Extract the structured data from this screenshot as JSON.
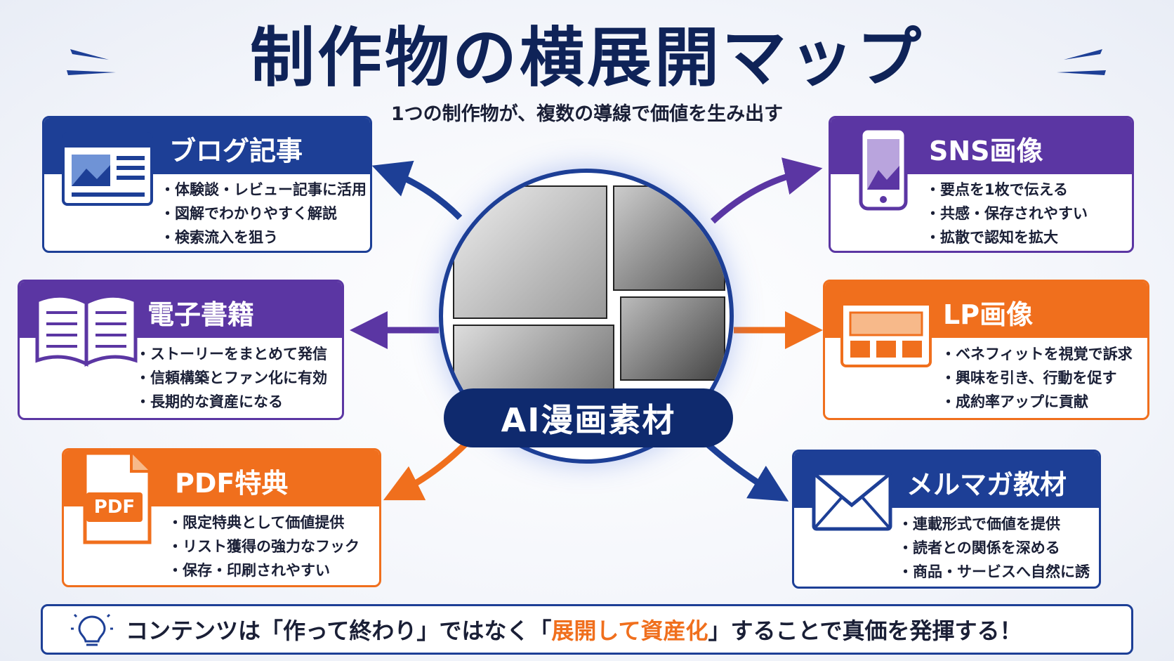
{
  "title": "制作物の横展開マップ",
  "subtitle": "1つの制作物が、複数の導線で価値を生み出す",
  "center": {
    "label": "AI漫画素材"
  },
  "cards": {
    "blog": {
      "title": "ブログ記事",
      "icon": "browser-article-icon",
      "items": [
        "体験談・レビュー記事に活用",
        "図解でわかりやすく解説",
        "検索流入を狙う"
      ]
    },
    "sns": {
      "title": "SNS画像",
      "icon": "smartphone-image-icon",
      "items": [
        "要点を1枚で伝える",
        "共感・保存されやすい",
        "拡散で認知を拡大"
      ]
    },
    "ebook": {
      "title": "電子書籍",
      "icon": "open-book-icon",
      "items": [
        "ストーリーをまとめて発信",
        "信頼構築とファン化に有効",
        "長期的な資産になる"
      ]
    },
    "lp": {
      "title": "LP画像",
      "icon": "landing-page-icon",
      "items": [
        "ベネフィットを視覚で訴求",
        "興味を引き、行動を促す",
        "成約率アップに貢献"
      ]
    },
    "pdf": {
      "title": "PDF特典",
      "icon": "pdf-file-icon",
      "icon_text": "PDF",
      "items": [
        "限定特典として価値提供",
        "リスト獲得の強力なフック",
        "保存・印刷されやすい"
      ]
    },
    "mail": {
      "title": "メルマガ教材",
      "icon": "envelope-icon",
      "items": [
        "連載形式で価値を提供",
        "読者との関係を深める",
        "商品・サービスへ自然に誘導"
      ]
    }
  },
  "footer": {
    "icon": "lightbulb-icon",
    "text_before": "コンテンツは「作って終わり」ではなく「",
    "highlight": "展開して資産化",
    "text_after": "」することで真価を発揮する！"
  },
  "colors": {
    "blue": "#1d3f96",
    "purple": "#5b36a3",
    "orange": "#f06f1d",
    "navy": "#0f2358"
  }
}
